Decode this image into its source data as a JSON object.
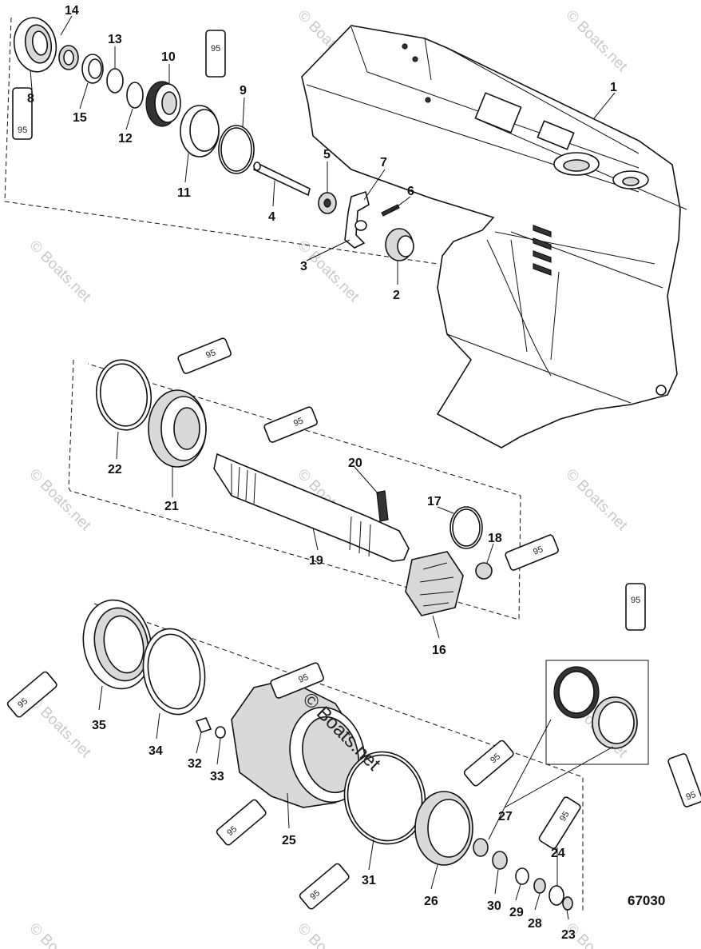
{
  "callouts": [
    {
      "id": "p1",
      "label": "1"
    },
    {
      "id": "p2",
      "label": "2"
    },
    {
      "id": "p3",
      "label": "3"
    },
    {
      "id": "p4",
      "label": "4"
    },
    {
      "id": "p5",
      "label": "5"
    },
    {
      "id": "p6",
      "label": "6"
    },
    {
      "id": "p7",
      "label": "7"
    },
    {
      "id": "p8",
      "label": "8"
    },
    {
      "id": "p9",
      "label": "9"
    },
    {
      "id": "p10",
      "label": "10"
    },
    {
      "id": "p11",
      "label": "11"
    },
    {
      "id": "p12",
      "label": "12"
    },
    {
      "id": "p13",
      "label": "13"
    },
    {
      "id": "p14",
      "label": "14"
    },
    {
      "id": "p15",
      "label": "15"
    },
    {
      "id": "p16",
      "label": "16"
    },
    {
      "id": "p17",
      "label": "17"
    },
    {
      "id": "p18",
      "label": "18"
    },
    {
      "id": "p19",
      "label": "19"
    },
    {
      "id": "p20",
      "label": "20"
    },
    {
      "id": "p21",
      "label": "21"
    },
    {
      "id": "p22",
      "label": "22"
    },
    {
      "id": "p23",
      "label": "23"
    },
    {
      "id": "p24",
      "label": "24"
    },
    {
      "id": "p25",
      "label": "25"
    },
    {
      "id": "p26",
      "label": "26"
    },
    {
      "id": "p27",
      "label": "27"
    },
    {
      "id": "p28",
      "label": "28"
    },
    {
      "id": "p29",
      "label": "29"
    },
    {
      "id": "p30",
      "label": "30"
    },
    {
      "id": "p31",
      "label": "31"
    },
    {
      "id": "p32",
      "label": "32"
    },
    {
      "id": "p33",
      "label": "33"
    },
    {
      "id": "p34",
      "label": "34"
    },
    {
      "id": "p35",
      "label": "35"
    }
  ],
  "lubricant_tube_label": "95",
  "figure_number": "67030",
  "watermark": {
    "text": "© Boats.net",
    "center_text": "© Boats.net",
    "color": "#c9c9c9"
  }
}
